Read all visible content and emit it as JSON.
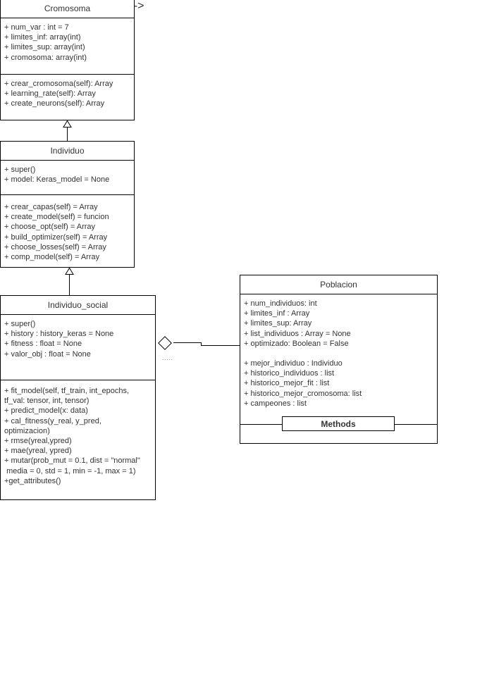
{
  "diagram": {
    "type": "uml-class-diagram",
    "background_color": "#ffffff",
    "line_color": "#000000",
    "text_color": "#333333"
  },
  "classes": {
    "cromosoma": {
      "name": "Cromosoma",
      "attributes": [
        "+ num_var : int = 7",
        "+ limites_inf: array(int)",
        "+ limites_sup: array(int)",
        "+ cromosoma: array(int)"
      ],
      "methods": [
        "+ crear_cromosoma(self): Array",
        "+ learning_rate(self): Array",
        "+ create_neurons(self): Array"
      ]
    },
    "individuo": {
      "name": "Individuo",
      "attributes": [
        "+ super()",
        "+ model: Keras_model = None"
      ],
      "methods": [
        "+ crear_capas(self) = Array",
        "+ create_model(self) = funcion",
        "+ choose_opt(self) = Array",
        "+ build_optimizer(self) = Array",
        "+ choose_losses(self) = Array",
        "+ comp_model(self) = Array"
      ]
    },
    "individuo_social": {
      "name": "Individuo_social",
      "attributes": [
        "+ super()",
        "+ history : history_keras = None",
        "+ fitness : float = None",
        "+ valor_obj : float = None"
      ],
      "methods": [
        "+ fit_model(self, tf_train, int_epochs,\ntf_val: tensor, int, tensor)",
        "+ predict_model(x: data)",
        "+ cal_fitness(y_real, y_pred,\noptimizacion)",
        "+ rmse(yreal,ypred)",
        "+ mae(yreal, ypred)",
        "+ mutar(prob_mut = 0.1, dist = \"normal\"\n media = 0, std = 1, min = -1, max = 1)",
        "+get_attributes()"
      ]
    },
    "poblacion": {
      "name": "Poblacion",
      "attributes": [
        "+ num_individuos: int",
        "+ limites_inf : Array",
        "+ limites_sup: Array",
        "+ list_individuos : Array = None",
        "+ optimizado: Boolean = False"
      ],
      "attributes_second": [
        "+ mejor_individuo : Individuo",
        "+ historico_individuos : list",
        "+ historico_mejor_fit : list",
        "+ historico_mejor_cromosoma: list",
        "+ campeones : list"
      ],
      "methods_label": "Methods"
    }
  },
  "relationships": {
    "generalization_cromosoma_individuo": {
      "kind": "generalization",
      "from": "Individuo",
      "to": "Cromosoma"
    },
    "generalization_individuo_social": {
      "kind": "generalization",
      "from": "Individuo_social",
      "to": "Individuo"
    },
    "aggregation_poblacion": {
      "kind": "aggregation",
      "from": "Poblacion",
      "to": "Individuo_social",
      "label": "....."
    }
  }
}
